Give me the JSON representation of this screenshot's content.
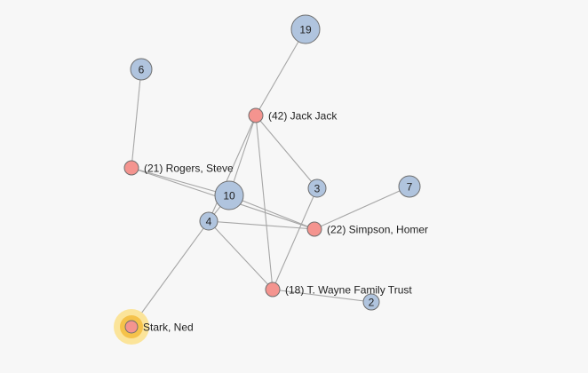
{
  "graph": {
    "colors": {
      "background": "#f7f7f7",
      "edge": "#a6a6a6",
      "group_node_fill": "#b0c4de",
      "entity_node_fill": "#f4948f",
      "node_stroke": "#6f6f6f",
      "selected_halo_outer": "#fbe49a",
      "selected_halo_inner": "#f5c24a"
    },
    "nodes": [
      {
        "id": "n19",
        "kind": "group",
        "number": "19",
        "label": ""
      },
      {
        "id": "n6",
        "kind": "group",
        "number": "6",
        "label": ""
      },
      {
        "id": "jackjack",
        "kind": "entity",
        "number": "",
        "label": "(42) Jack Jack"
      },
      {
        "id": "rogers",
        "kind": "entity",
        "number": "",
        "label": "(21) Rogers, Steve"
      },
      {
        "id": "n10",
        "kind": "group",
        "number": "10",
        "label": ""
      },
      {
        "id": "n3",
        "kind": "group",
        "number": "3",
        "label": ""
      },
      {
        "id": "n7",
        "kind": "group",
        "number": "7",
        "label": ""
      },
      {
        "id": "n4",
        "kind": "group",
        "number": "4",
        "label": ""
      },
      {
        "id": "simpson",
        "kind": "entity",
        "number": "",
        "label": "(22) Simpson, Homer"
      },
      {
        "id": "wayne",
        "kind": "entity",
        "number": "",
        "label": "(18) T. Wayne Family Trust"
      },
      {
        "id": "n2",
        "kind": "group",
        "number": "2",
        "label": ""
      },
      {
        "id": "stark",
        "kind": "entity",
        "number": "",
        "label": "Stark, Ned",
        "selected": true
      }
    ],
    "edges": [
      [
        "n19",
        "jackjack"
      ],
      [
        "n6",
        "rogers"
      ],
      [
        "jackjack",
        "n10"
      ],
      [
        "jackjack",
        "n4"
      ],
      [
        "jackjack",
        "n3"
      ],
      [
        "jackjack",
        "wayne"
      ],
      [
        "rogers",
        "n10"
      ],
      [
        "rogers",
        "simpson"
      ],
      [
        "n10",
        "n4"
      ],
      [
        "n10",
        "simpson"
      ],
      [
        "n3",
        "wayne"
      ],
      [
        "n7",
        "simpson"
      ],
      [
        "n4",
        "simpson"
      ],
      [
        "n4",
        "wayne"
      ],
      [
        "n4",
        "stark"
      ],
      [
        "wayne",
        "n2"
      ]
    ]
  }
}
